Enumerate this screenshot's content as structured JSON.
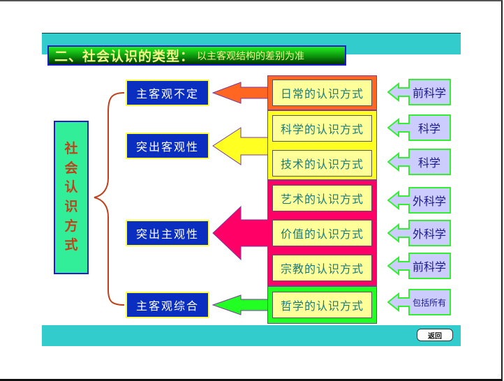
{
  "title": {
    "main": "二、社会认识的类型：",
    "sub": "以主客观结构的差别为准"
  },
  "root": {
    "chars": [
      "社",
      "会",
      "认",
      "识",
      "方",
      "式"
    ]
  },
  "categories": [
    {
      "label": "主客观不定",
      "arrow_color": "#ff6622"
    },
    {
      "label": "突出客观性",
      "arrow_color": "#ffff22"
    },
    {
      "label": "突出主观性",
      "arrow_color": "#ff0066"
    },
    {
      "label": "主客观综合",
      "arrow_color": "#22ff22"
    }
  ],
  "ways": [
    {
      "label": "日常的认识方式",
      "tag": "前科学"
    },
    {
      "label": "科学的认识方式",
      "tag": "科学"
    },
    {
      "label": "技术的认识方式",
      "tag": "科学"
    },
    {
      "label": "艺术的认识方式",
      "tag": "外科学"
    },
    {
      "label": "价值的认识方式",
      "tag": "外科学"
    },
    {
      "label": "宗教的认识方式",
      "tag": "前科学"
    },
    {
      "label": "哲学的认识方式",
      "tag": "包括所有"
    }
  ],
  "colors": {
    "band": "#33cccc",
    "category_bg": "#0a2ec0",
    "way_bg": "#ffff99",
    "callout_bg": "#ccccff",
    "callout_border": "#33ee33"
  },
  "back_button": {
    "label": "返回"
  }
}
